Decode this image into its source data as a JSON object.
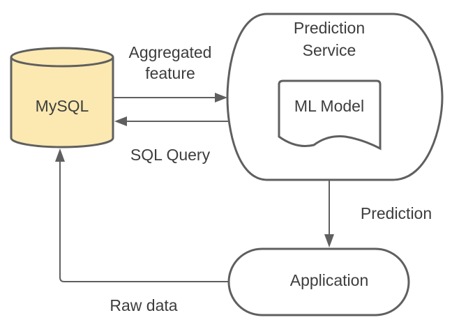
{
  "nodes": {
    "mysql": {
      "label": "MySQL",
      "fill": "#fbe9b1"
    },
    "prediction_service": {
      "label_line1": "Prediction",
      "label_line2": "Service"
    },
    "ml_model": {
      "label": "ML Model"
    },
    "application": {
      "label": "Application"
    }
  },
  "edges": {
    "aggregated_feature": {
      "label_line1": "Aggregated",
      "label_line2": "feature"
    },
    "sql_query": {
      "label": "SQL Query"
    },
    "prediction": {
      "label": "Prediction"
    },
    "raw_data": {
      "label": "Raw data"
    }
  },
  "colors": {
    "stroke": "#5f5f5f",
    "text": "#3d3d3d",
    "background": "#ffffff"
  }
}
